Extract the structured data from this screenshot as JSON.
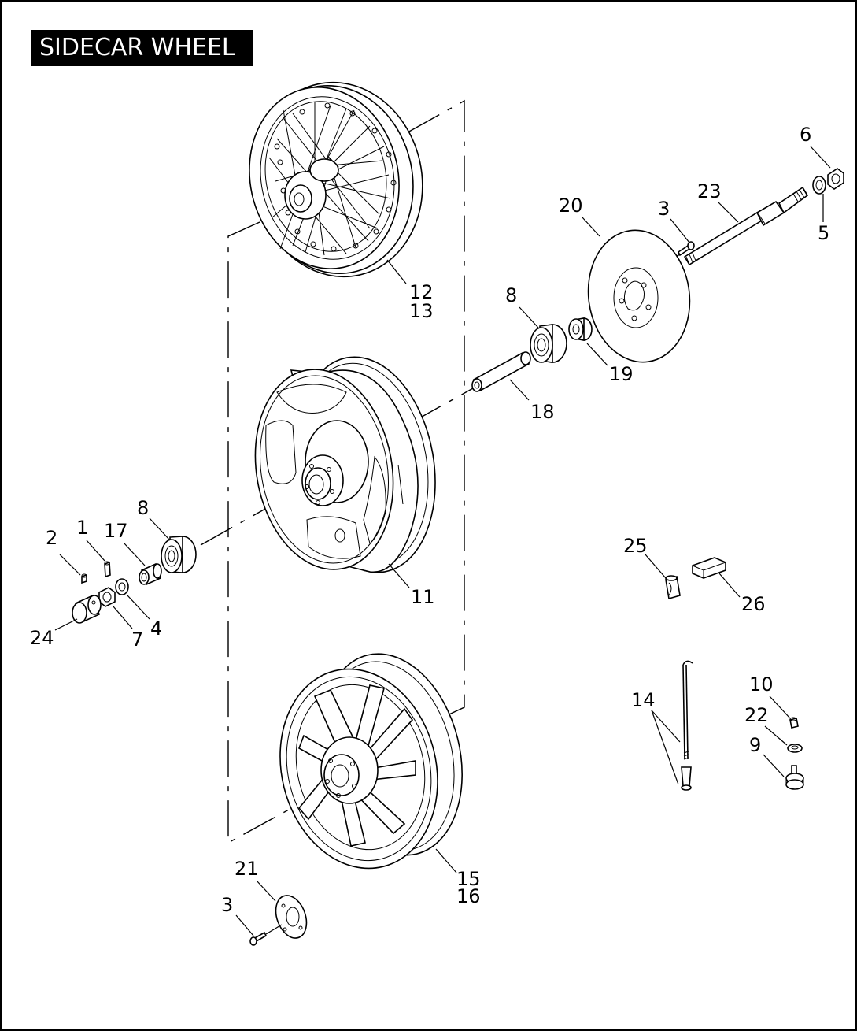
{
  "title": "SIDECAR WHEEL",
  "callouts": {
    "p6": "6",
    "p23": "23",
    "p20": "20",
    "p3a": "3",
    "p5": "5",
    "p12": "12",
    "p13": "13",
    "p8a": "8",
    "p19": "19",
    "p18": "18",
    "p8b": "8",
    "p2": "2",
    "p1": "1",
    "p17": "17",
    "p4": "4",
    "p7": "7",
    "p24": "24",
    "p11": "11",
    "p25": "25",
    "p26": "26",
    "p10": "10",
    "p22": "22",
    "p9": "9",
    "p14": "14",
    "p21": "21",
    "p3b": "3",
    "p15": "15",
    "p16": "16"
  }
}
